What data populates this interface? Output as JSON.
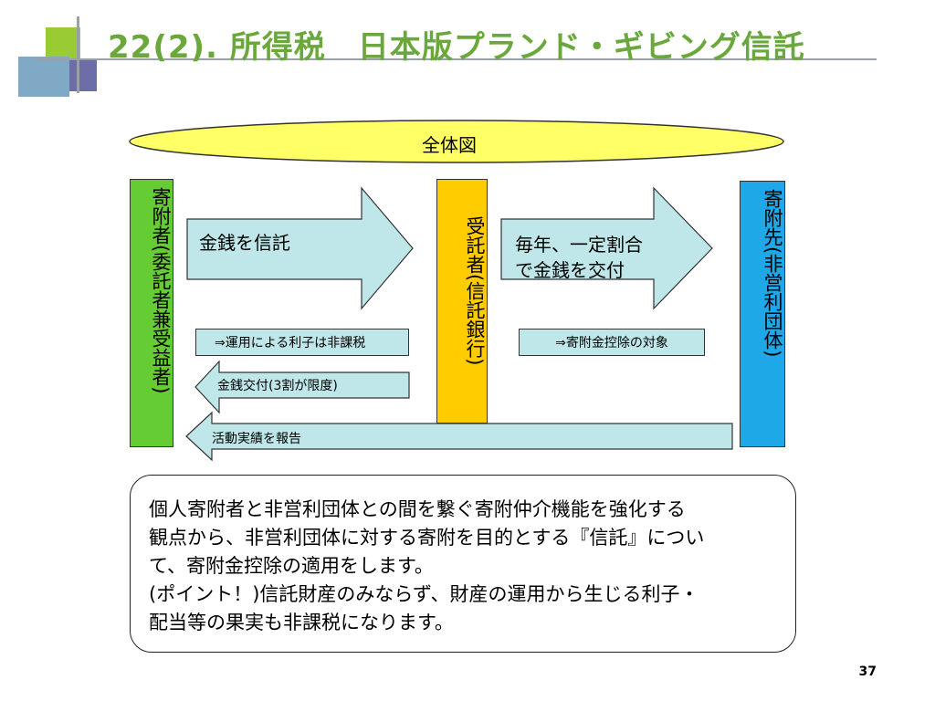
{
  "title": "22(2). 所得税　日本版プランド・ギビング信託",
  "overview_label": "全体図",
  "donor_box": "寄附者(委託者兼受益者)",
  "trustee_box": "受託者(信託銀行)",
  "recipient_box": "寄附先(非営利団体)",
  "arrow_trust_money": "金銭を信託",
  "arrow_annual_money": [
    "毎年、一定割合",
    "で金銭を交付"
  ],
  "note_tax_free": "⇒運用による利子は非課税",
  "note_deduction": "⇒寄附金控除の対象",
  "arrow_money_return": "金銭交付(3割が限度)",
  "arrow_report": "活動実績を報告",
  "description_lines": [
    "個人寄附者と非営利団体との間を繋ぐ寄附仲介機能を強化する",
    "観点から、非営利団体に対する寄附を目的とする『信託』につい",
    "て、寄附金控除の適用をします。",
    "(ポイント！)信託財産のみならず、財産の運用から生じる利子・",
    "配当等の果実も非課税になります。"
  ],
  "page_number": "37",
  "colors": {
    "title": "#6aa83c",
    "donor_box": "#66cc33",
    "trustee_box": "#ffcc00",
    "recipient_box": "#1ea8e8",
    "arrow_fill": "#bfe6e8",
    "ellipse": "#ffff66"
  }
}
